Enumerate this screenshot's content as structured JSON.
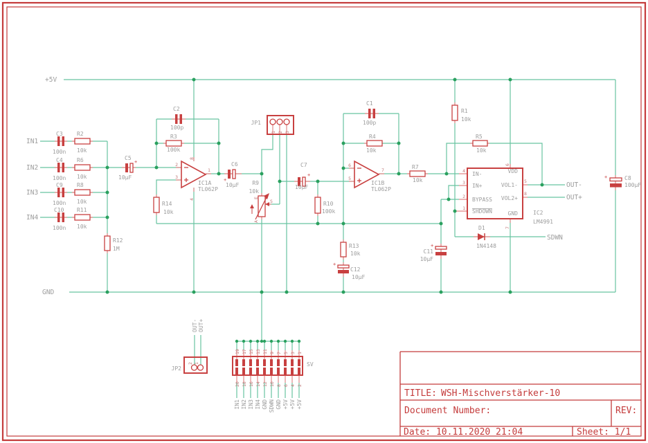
{
  "power": {
    "vcc": "+5V",
    "gnd": "GND"
  },
  "nets": {
    "in1": "IN1",
    "in2": "IN2",
    "in3": "IN3",
    "in4": "IN4",
    "out_minus": "OUT-",
    "out_plus": "OUT+",
    "sdwn": "SDWN",
    "jp2_out_minus": "OUT-",
    "jp2_out_plus": "OUT+"
  },
  "marks": {
    "plus": "+"
  },
  "components": {
    "c3": {
      "name": "C3",
      "value": "100n"
    },
    "c4": {
      "name": "C4",
      "value": "100n"
    },
    "c9": {
      "name": "C9",
      "value": "100n"
    },
    "c10": {
      "name": "C10",
      "value": "100n"
    },
    "r2": {
      "name": "R2",
      "value": "10k"
    },
    "r6": {
      "name": "R6",
      "value": "10k"
    },
    "r8": {
      "name": "R8",
      "value": "10k"
    },
    "r11": {
      "name": "R11",
      "value": "10k"
    },
    "r12": {
      "name": "R12",
      "value": "1M"
    },
    "c5": {
      "name": "C5",
      "value": "10µF"
    },
    "c2": {
      "name": "C2",
      "value": "100p"
    },
    "r3": {
      "name": "R3",
      "value": "100k"
    },
    "r14": {
      "name": "R14",
      "value": "10k"
    },
    "ic1a": {
      "name": "IC1A",
      "value": "TL062P"
    },
    "c6": {
      "name": "C6",
      "value": "10µF"
    },
    "jp1": {
      "name": "JP1",
      "pins": [
        "1",
        "2",
        "3"
      ]
    },
    "r9": {
      "name": "R9",
      "value": "10k",
      "marks": {
        "wiper": "S",
        "top": "E",
        "bottom": "A"
      }
    },
    "c7": {
      "name": "C7",
      "value": "10µF"
    },
    "r10": {
      "name": "R10",
      "value": "100k"
    },
    "c1": {
      "name": "C1",
      "value": "100p"
    },
    "r4": {
      "name": "R4",
      "value": "10k"
    },
    "ic1b": {
      "name": "IC1B",
      "value": "TL062P"
    },
    "r7": {
      "name": "R7",
      "value": "10k"
    },
    "r1": {
      "name": "R1",
      "value": "10k"
    },
    "r5": {
      "name": "R5",
      "value": "10k"
    },
    "ic2": {
      "name": "IC2",
      "value": "LM4991",
      "pins_left": [
        "IN-",
        "IN+",
        "BYPASS",
        "SHDOWN"
      ],
      "pin_numbers_left": [
        "4",
        "3",
        "2",
        "1"
      ],
      "pins_right": [
        "VDD",
        "VOL1-",
        "VOL2+",
        "GND"
      ],
      "pin_numbers_right": [
        "6",
        "5",
        "8",
        "7"
      ]
    },
    "d1": {
      "name": "D1",
      "value": "1N4148"
    },
    "c11": {
      "name": "C11",
      "value": "10µF"
    },
    "r13": {
      "name": "R13",
      "value": "10k"
    },
    "c12": {
      "name": "C12",
      "value": "10µF"
    },
    "c8": {
      "name": "C8",
      "value": "100µF"
    },
    "jp2": {
      "name": "JP2",
      "pins": [
        "2",
        "1"
      ]
    },
    "sv": {
      "name": "SV",
      "pins_top": [
        "19",
        "17",
        "15",
        "13",
        "11",
        "9",
        "7",
        "5",
        "3",
        "1"
      ],
      "pins_bottom": [
        "20",
        "18",
        "16",
        "14",
        "12",
        "10",
        "8",
        "6",
        "4",
        "2"
      ],
      "labels": [
        "IN1",
        "IN2",
        "IN3",
        "IN4",
        "GND",
        "SDWN",
        "GND",
        "+5V",
        "+5V",
        "+5V"
      ]
    }
  },
  "ic1a_pins": {
    "inv": "2",
    "noninv": "3",
    "out": "1",
    "vplus": "8",
    "vminus": "4"
  },
  "ic1b_pins": {
    "inv": "6",
    "noninv": "5",
    "out": "7"
  },
  "titleblock": {
    "title_label": "TITLE:",
    "title": "WSH-Mischverstärker-10",
    "doc_label": "Document Number:",
    "rev_label": "REV:",
    "date_label": "Date: 10.11.2020 21:04",
    "sheet_label": "Sheet: 1/1"
  },
  "colors": {
    "red": "#c84040",
    "wire": "#67c3a1",
    "junction": "#2aa05e",
    "gray": "#9c9c9c",
    "lead": "#e59a9a"
  }
}
